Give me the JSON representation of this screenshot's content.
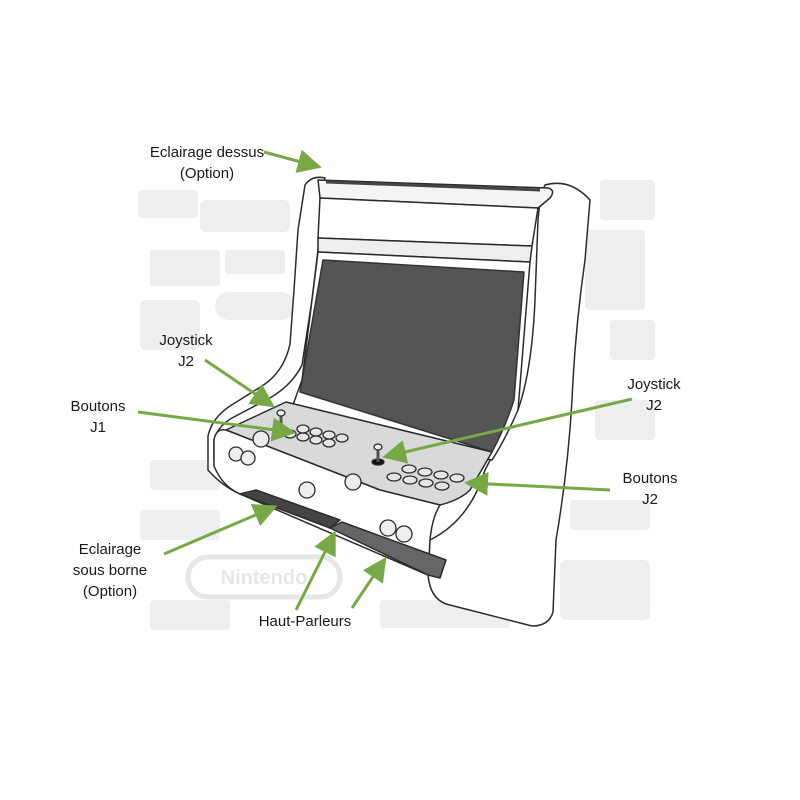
{
  "colors": {
    "arrow": "#78a845",
    "outline": "#2b2b2b",
    "screen": "#555555",
    "panel": "#d9d9d9",
    "button": "#e6e6e6",
    "background_logos": "#efefef"
  },
  "labels": {
    "top_light": [
      "Eclairage dessus",
      "(Option)"
    ],
    "joystick_j2_left": [
      "Joystick",
      "J2"
    ],
    "buttons_j1": [
      "Boutons",
      "J1"
    ],
    "joystick_j2_right": [
      "Joystick",
      "J2"
    ],
    "buttons_j2": [
      "Boutons",
      "J2"
    ],
    "under_light": [
      "Eclairage",
      "sous borne",
      "(Option)"
    ],
    "speakers": [
      "Haut-Parleurs"
    ]
  },
  "watermark": {
    "logo_text": "Nintendo"
  }
}
